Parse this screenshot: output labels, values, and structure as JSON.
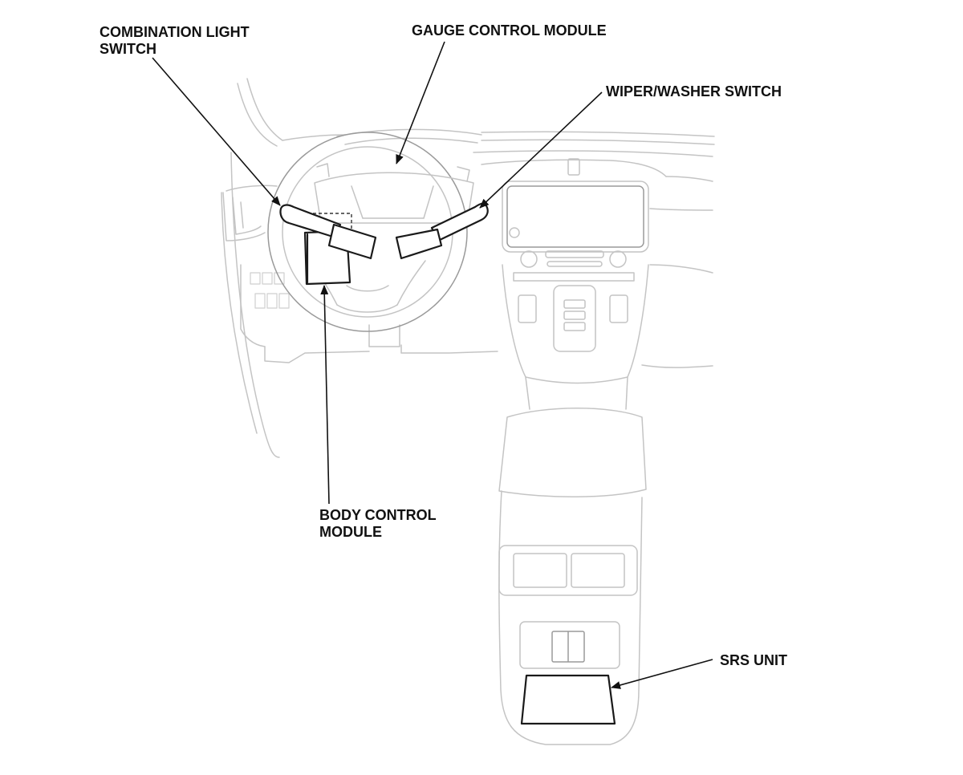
{
  "labels": {
    "combination_light_switch": [
      "COMBINATION LIGHT",
      "SWITCH"
    ],
    "gauge_control_module": "GAUGE CONTROL MODULE",
    "wiper_washer_switch": "WIPER/WASHER SWITCH",
    "body_control_module": [
      "BODY CONTROL",
      "MODULE"
    ],
    "srs_unit": "SRS UNIT"
  },
  "colors": {
    "background": "#ffffff",
    "outline_faint": "#c4c4c4",
    "component_outline": "#1a1a1a",
    "label_text": "#111111"
  }
}
